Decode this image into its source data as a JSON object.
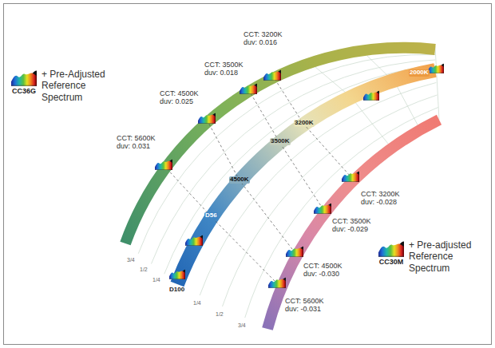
{
  "diagram": {
    "nodes": [
      {
        "text": [
          "CC36G",
          "+ Pre-Adjusted Reference Spectrum"
        ]
      },
      {
        "text": [
          "CC30M",
          "+ Pre-adjusted Reference Spectrum"
        ]
      }
    ],
    "labels": [
      "CCT: 5600K duv: 0.031",
      "CCT: 4500K duv: 0.025",
      "CCT: 3500K duv: 0.018",
      "CCT: 3200K duv: 0.016",
      "2000K",
      "3200K",
      "3500K",
      "4500K",
      "D56",
      "D100",
      "CCT: 3200K duv: -0.028",
      "CCT: 3500K duv: -0.029",
      "CCT: 4500K duv: -0.030",
      "CCT: 5600K duv: -0.031",
      "3/4",
      "1/2",
      "1/4",
      "1/4",
      "1/2",
      "3/4"
    ]
  }
}
